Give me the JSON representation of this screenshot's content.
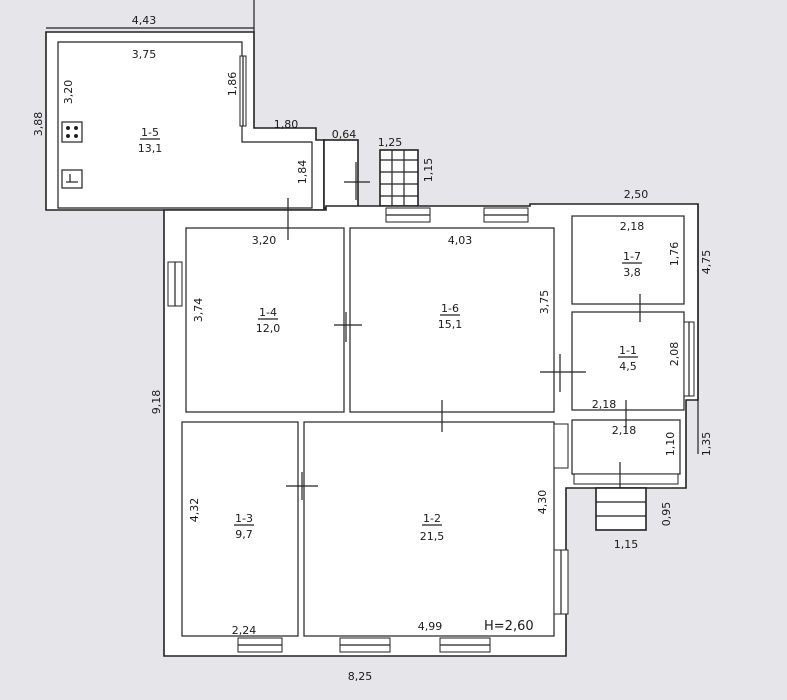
{
  "plan": {
    "height_note": "H=2,60",
    "rooms": [
      {
        "id": "1-5",
        "area": "13,1"
      },
      {
        "id": "1-4",
        "area": "12,0"
      },
      {
        "id": "1-6",
        "area": "15,1"
      },
      {
        "id": "1-7",
        "area": "3,8"
      },
      {
        "id": "1-1",
        "area": "4,5"
      },
      {
        "id": "1-3",
        "area": "9,7"
      },
      {
        "id": "1-2",
        "area": "21,5"
      }
    ],
    "dimensions": {
      "top_ext": "4,43",
      "r15_width": "3,75",
      "r15_height": "3,20",
      "ext_left_top": "3,88",
      "r15_notch_v": "1,86",
      "r15_notch_h": "1,80",
      "porch_w": "0,64",
      "porch_h": "1,84",
      "stair_w": "1,25",
      "stair_h": "1,15",
      "right_top_ext": "2,50",
      "r17_w": "2,18",
      "r17_h": "1,76",
      "right_ext_v": "4,75",
      "r14_w": "3,20",
      "r16_w": "4,03",
      "r14_h": "3,74",
      "r16_h": "3,75",
      "r11_h": "2,08",
      "left_ext": "9,18",
      "r11_w": "2,18",
      "vest_w": "2,18",
      "vest_h": "1,10",
      "right_ext_low": "1,35",
      "r13_h": "4,32",
      "r12_h": "4,30",
      "steps_h": "0,95",
      "steps_w": "1,15",
      "r13_w": "2,24",
      "r12_w": "4,99",
      "bottom_ext": "8,25"
    }
  }
}
